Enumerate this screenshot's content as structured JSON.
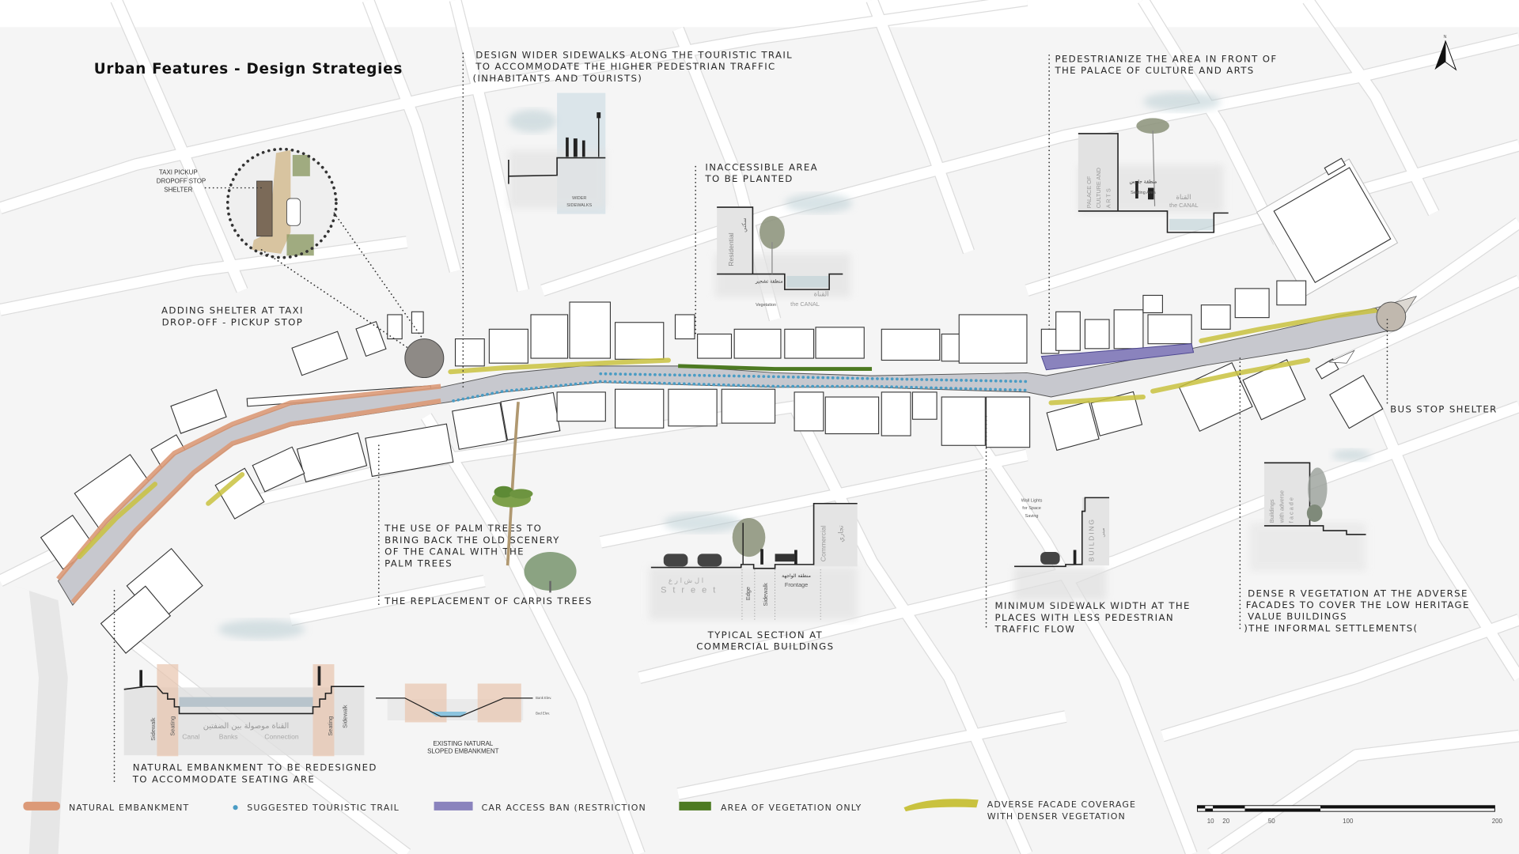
{
  "title": "Urban Features - Design Strategies",
  "north": "N",
  "annotations": {
    "wider_sidewalks": [
      "DESIGN WIDER SIDEWALKS ALONG THE TOURISTIC TRAIL",
      "TO ACCOMMODATE THE HIGHER PEDESTRIAN TRAFFIC",
      "(INHABITANTS AND TOURISTS)"
    ],
    "inaccessible": [
      "INACCESSIBLE AREA",
      "TO BE PLANTED"
    ],
    "pedestrianize": [
      "PEDESTRIANIZE THE AREA IN FRONT OF",
      "THE PALACE OF CULTURE AND ARTS"
    ],
    "taxi": [
      "TAXI PICKUP",
      "DROPOFF STOP",
      "SHELTER"
    ],
    "adding_shelter": [
      "ADDING SHELTER AT TAXI",
      "DROP-OFF - PICKUP STOP"
    ],
    "bus_stop": "BUS STOP SHELTER",
    "palm": [
      "THE USE OF PALM TREES TO",
      "BRING BACK THE OLD SCENERY",
      "OF THE CANAL WITH THE",
      "PALM TREES"
    ],
    "carpis": "THE REPLACEMENT OF CARPIS TREES",
    "typical_section": [
      "TYPICAL SECTION AT",
      "COMMERCIAL BUILDINGS"
    ],
    "min_sidewalk": [
      "MINIMUM SIDEWALK WIDTH AT THE",
      "PLACES WITH LESS PEDESTRIAN",
      "TRAFFIC FLOW"
    ],
    "dense": [
      "DENSE R VEGETATION AT THE ADVERSE",
      "FACADES TO COVER THE LOW HERITAGE",
      "VALUE BUILDINGS",
      ")THE INFORMAL SETTLEMENTS("
    ],
    "natural_embankment": [
      "NATURAL EMBANKMENT TO BE REDESIGNED",
      "TO ACCOMMODATE SEATING ARE"
    ],
    "existing_sloped": [
      "EXISTING NATURAL",
      "SLOPED EMBANKMENT"
    ]
  },
  "sections": {
    "wider": [
      "WIDER",
      "SIDEWALKS"
    ],
    "vegetation": {
      "residential": "Residential",
      "residential_ar": "سكني",
      "veg_ar": "منطقة تشجير",
      "veg": "Vegetation",
      "canal": "the CANAL",
      "canal_ar": "القناة"
    },
    "palace": {
      "building": [
        "PALACE OF",
        "CULTURE AND",
        "A R T S"
      ],
      "seating_ar": "منطقة جلوس",
      "seating": "Seating Area",
      "canal": "the CANAL",
      "canal_ar": "القناة"
    },
    "commercial": {
      "street": "S t r e e t",
      "street_ar": "ا ل ش ا ر ع",
      "edge": "Edge",
      "sidewalk": "Sidewalk",
      "frontage_ar": "منطقة الواجهة",
      "frontage": "Frontage",
      "commercial": "Commercial",
      "commercial_ar": "تجاري"
    },
    "minimum": {
      "wall_lights": [
        "Wall Lights",
        "for Space",
        "Saving"
      ],
      "building": "BUILDING",
      "building_ar": "مبنى"
    },
    "dense": [
      "Buildings",
      "with adverse",
      "f a c a d e"
    ],
    "embankment": {
      "sidewalk_l": "Sidewalk",
      "seating_l": "Seating",
      "canal": "Canal",
      "banks": "Banks",
      "connection": "Connection",
      "seating_r": "Seating",
      "sidewalk_r": "Sidewalk",
      "connection_ar": "القناة موصولة بين الضفتين"
    },
    "sloped": {
      "bank": "Bank Elev.",
      "bed": "Bed Elev."
    }
  },
  "legend": [
    {
      "label": "NATURAL EMBANKMENT",
      "color": "#dc9a78"
    },
    {
      "label": "SUGGESTED TOURISTIC TRAIL",
      "color": "#4a9cc4"
    },
    {
      "label": "CAR ACCESS BAN (RESTRICTION",
      "color": "#8a83bd"
    },
    {
      "label": "AREA OF VEGETATION ONLY",
      "color": "#4d7a22"
    },
    {
      "label": [
        "ADVERSE FACADE COVERAGE",
        "WITH DENSER VEGETATION"
      ],
      "color": "#c9c23f"
    }
  ],
  "scale": [
    "10",
    "20",
    "50",
    "100",
    "200"
  ]
}
